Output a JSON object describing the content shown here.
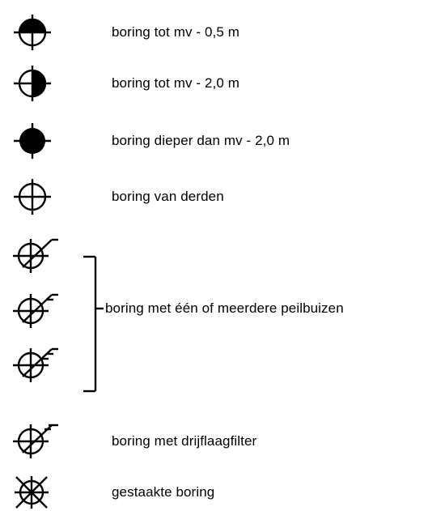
{
  "legend": {
    "items": [
      {
        "symbol": "boring-half-filled-top-icon",
        "label": "boring tot mv - 0,5 m"
      },
      {
        "symbol": "boring-half-filled-right-icon",
        "label": "boring tot mv - 2,0 m"
      },
      {
        "symbol": "boring-filled-icon",
        "label": "boring dieper dan mv - 2,0 m"
      },
      {
        "symbol": "boring-open-icon",
        "label": "boring van derden"
      },
      {
        "symbol": "boring-peilbuis-icons",
        "label": "boring met  één of meerdere peilbuizen"
      },
      {
        "symbol": "boring-drijflaagfilter-icon",
        "label": "boring met drijflaagfilter"
      },
      {
        "symbol": "gestaakte-boring-icon",
        "label": "gestaakte boring"
      }
    ]
  },
  "colors": {
    "ink": "#000000",
    "background": "#ffffff"
  }
}
